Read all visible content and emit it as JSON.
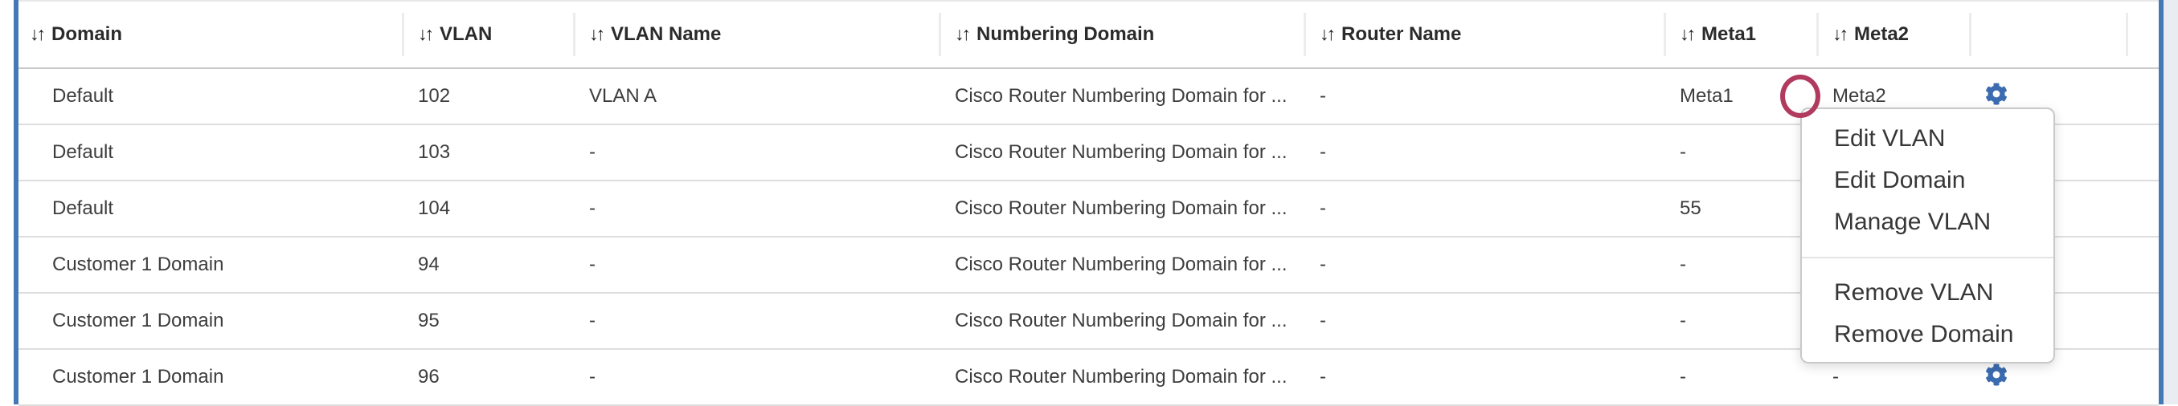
{
  "table": {
    "sort_icon": "↓↑",
    "columns": [
      {
        "label": "Domain"
      },
      {
        "label": "VLAN"
      },
      {
        "label": "VLAN Name"
      },
      {
        "label": "Numbering Domain"
      },
      {
        "label": "Router Name"
      },
      {
        "label": "Meta1"
      },
      {
        "label": "Meta2"
      },
      {
        "label": ""
      }
    ],
    "rows": [
      {
        "domain": "Default",
        "vlan": "102",
        "vlan_name": "VLAN A",
        "numbering_domain": "Cisco Router Numbering Domain for ...",
        "router_name": "-",
        "meta1": "Meta1",
        "meta2": "Meta2"
      },
      {
        "domain": "Default",
        "vlan": "103",
        "vlan_name": "-",
        "numbering_domain": "Cisco Router Numbering Domain for ...",
        "router_name": "-",
        "meta1": "-",
        "meta2": ""
      },
      {
        "domain": "Default",
        "vlan": "104",
        "vlan_name": "-",
        "numbering_domain": "Cisco Router Numbering Domain for ...",
        "router_name": "-",
        "meta1": "55",
        "meta2": ""
      },
      {
        "domain": "Customer 1 Domain",
        "vlan": "94",
        "vlan_name": "-",
        "numbering_domain": "Cisco Router Numbering Domain for ...",
        "router_name": "-",
        "meta1": "-",
        "meta2": ""
      },
      {
        "domain": "Customer 1 Domain",
        "vlan": "95",
        "vlan_name": "-",
        "numbering_domain": "Cisco Router Numbering Domain for ...",
        "router_name": "-",
        "meta1": "-",
        "meta2": ""
      },
      {
        "domain": "Customer 1 Domain",
        "vlan": "96",
        "vlan_name": "-",
        "numbering_domain": "Cisco Router Numbering Domain for ...",
        "router_name": "-",
        "meta1": "-",
        "meta2": "-"
      }
    ]
  },
  "context_menu": {
    "groups": [
      {
        "items": [
          "Edit VLAN",
          "Edit Domain",
          "Manage VLAN"
        ]
      },
      {
        "items": [
          "Remove VLAN",
          "Remove Domain"
        ]
      }
    ]
  },
  "icons": {
    "row_action": "gear-icon",
    "header_sort": "sort-icon"
  },
  "colors": {
    "accent_blue": "#4579b6",
    "gear_blue": "#3b6cb0",
    "circle_crimson": "#b13a5f",
    "right_margin_bg": "#e9edf2",
    "row_border": "#dedede",
    "header_border": "#c9c9c9"
  }
}
